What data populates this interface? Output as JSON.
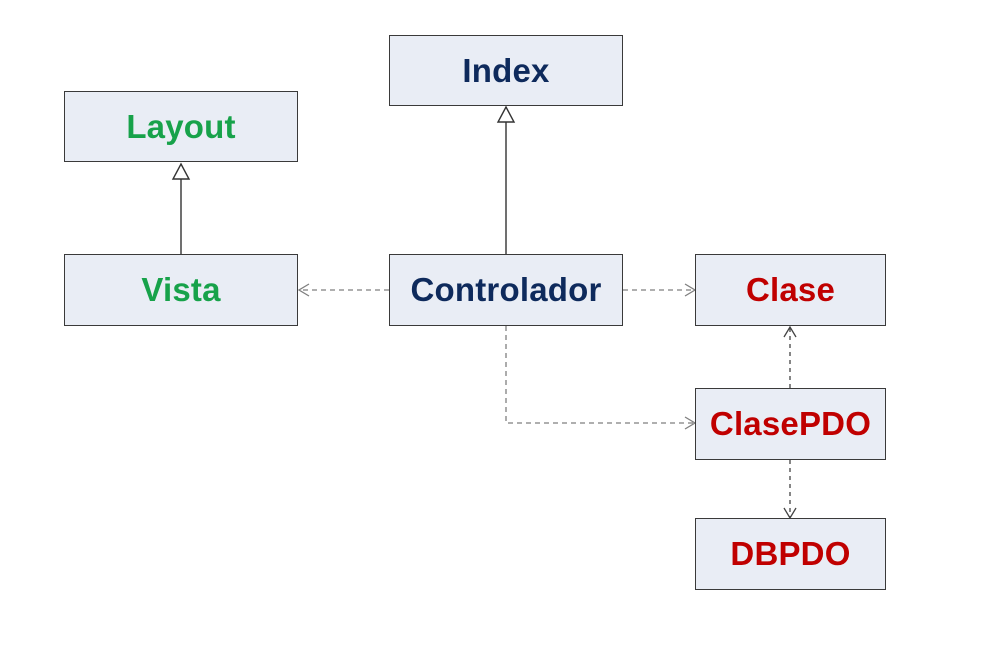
{
  "colors": {
    "green": "#17a24a",
    "navy": "#0e2a5c",
    "red": "#c00000",
    "box_fill": "#e9edf5",
    "line": "#333333",
    "dashed_line": "#7f7f7f"
  },
  "nodes": {
    "index": {
      "label": "Index",
      "color": "navy"
    },
    "layout": {
      "label": "Layout",
      "color": "green"
    },
    "vista": {
      "label": "Vista",
      "color": "green"
    },
    "controlador": {
      "label": "Controlador",
      "color": "navy"
    },
    "clase": {
      "label": "Clase",
      "color": "red"
    },
    "clasepdo": {
      "label": "ClasePDO",
      "color": "red"
    },
    "dbpdo": {
      "label": "DBPDO",
      "color": "red"
    }
  },
  "edges": [
    {
      "from": "vista",
      "to": "layout",
      "kind": "inheritance"
    },
    {
      "from": "controlador",
      "to": "index",
      "kind": "inheritance"
    },
    {
      "from": "controlador",
      "to": "vista",
      "kind": "dependency"
    },
    {
      "from": "controlador",
      "to": "clase",
      "kind": "dependency"
    },
    {
      "from": "controlador",
      "to": "clasepdo",
      "kind": "dependency"
    },
    {
      "from": "clasepdo",
      "to": "clase",
      "kind": "dependency"
    },
    {
      "from": "clasepdo",
      "to": "dbpdo",
      "kind": "dependency"
    }
  ]
}
